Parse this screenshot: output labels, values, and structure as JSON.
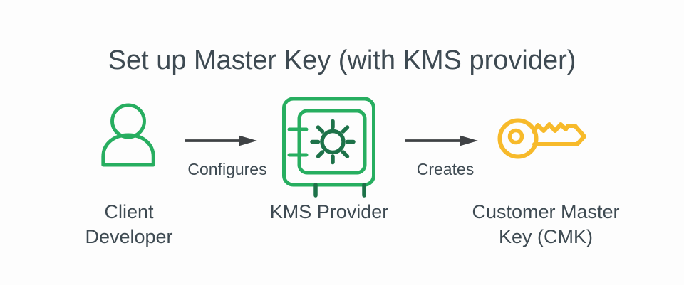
{
  "title": "Set up Master Key (with KMS provider)",
  "nodes": [
    {
      "id": "client-developer",
      "icon": "person-icon",
      "lines": [
        "Client",
        "Developer"
      ]
    },
    {
      "id": "kms-provider",
      "icon": "safe-icon",
      "lines": [
        "KMS Provider",
        ""
      ]
    },
    {
      "id": "customer-master-key",
      "icon": "key-icon",
      "lines": [
        "Customer Master",
        "Key (CMK)"
      ]
    }
  ],
  "arrows": [
    {
      "label": "Configures"
    },
    {
      "label": "Creates"
    }
  ],
  "colors": {
    "green": "#27ae60",
    "green_dark": "#1d7249",
    "yellow": "#f7ba2b",
    "text": "#3e4a52",
    "arrow": "#3f4245",
    "background": "#fdfdfd"
  }
}
